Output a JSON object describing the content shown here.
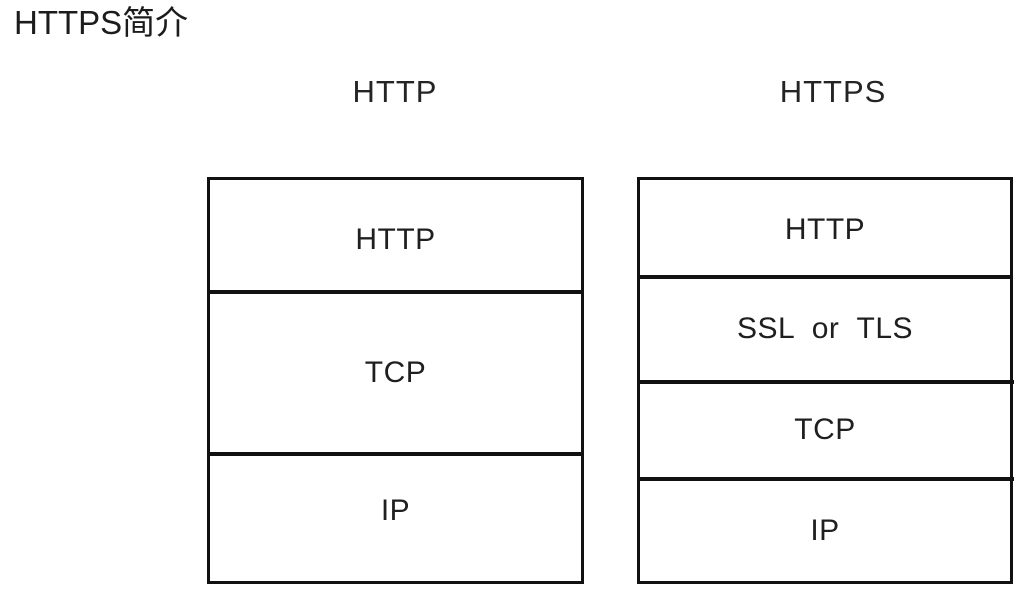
{
  "page": {
    "title": "HTTPS简介",
    "background_color": "#ffffff",
    "line_color": "#111111",
    "text_color": "#1f1f1f"
  },
  "diagram": {
    "type": "protocol-stack-comparison",
    "stacks": [
      {
        "id": "http",
        "header": "HTTP",
        "layers": [
          {
            "label": "HTTP"
          },
          {
            "label": "TCP"
          },
          {
            "label": "IP"
          }
        ]
      },
      {
        "id": "https",
        "header": "HTTPS",
        "layers": [
          {
            "label": "HTTP"
          },
          {
            "label": "SSL  or  TLS"
          },
          {
            "label": "TCP"
          },
          {
            "label": "IP"
          }
        ]
      }
    ]
  }
}
